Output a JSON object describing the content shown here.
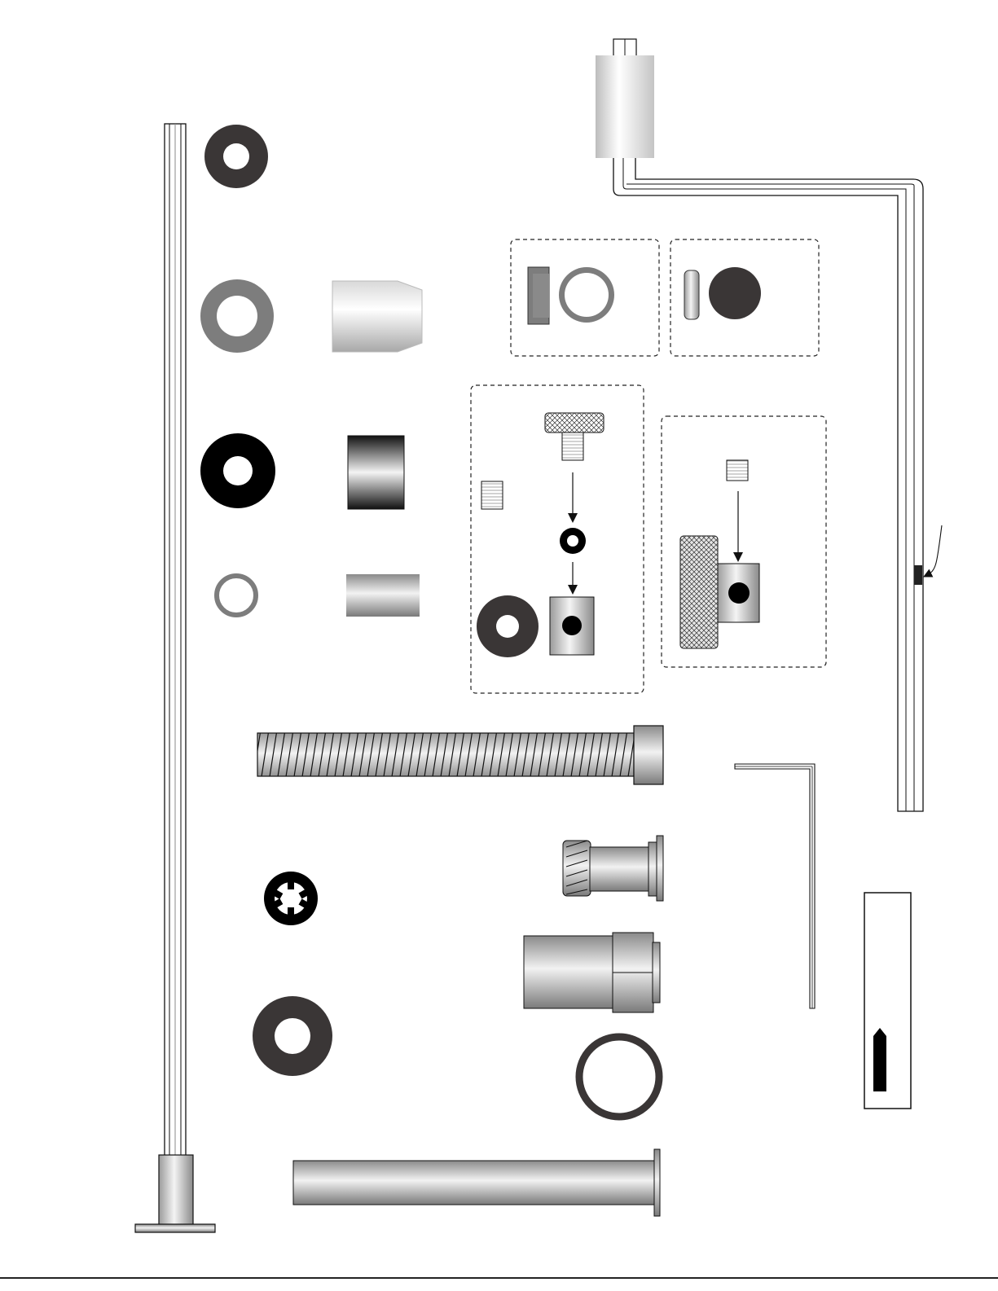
{
  "colors": {
    "background": "#ffffff",
    "outline": "#111111",
    "dark_part": "#3a3636",
    "black_part": "#000000",
    "gray_part": "#7d7d7d",
    "metal_light": "#f0f0f0",
    "metal_mid": "#bdbdbd",
    "metal_dark": "#8a8a8a",
    "dashed_frame": "#222222"
  },
  "parts": [
    "long-rod",
    "washer-dark-1",
    "washer-gray",
    "washer-black",
    "ring-gray-small",
    "tapered-sleeve",
    "spacer-gradient",
    "spacer-short",
    "crank-handle",
    "detail-box-bushing",
    "detail-box-cap",
    "detail-box-thumbscrew-assembly",
    "detail-box-knob-assembly",
    "threaded-screw",
    "hex-key",
    "flanged-bushing",
    "internal-lock-washer",
    "washer-dark-2",
    "hex-coupling",
    "o-ring",
    "flanged-pin",
    "orientation-card"
  ]
}
